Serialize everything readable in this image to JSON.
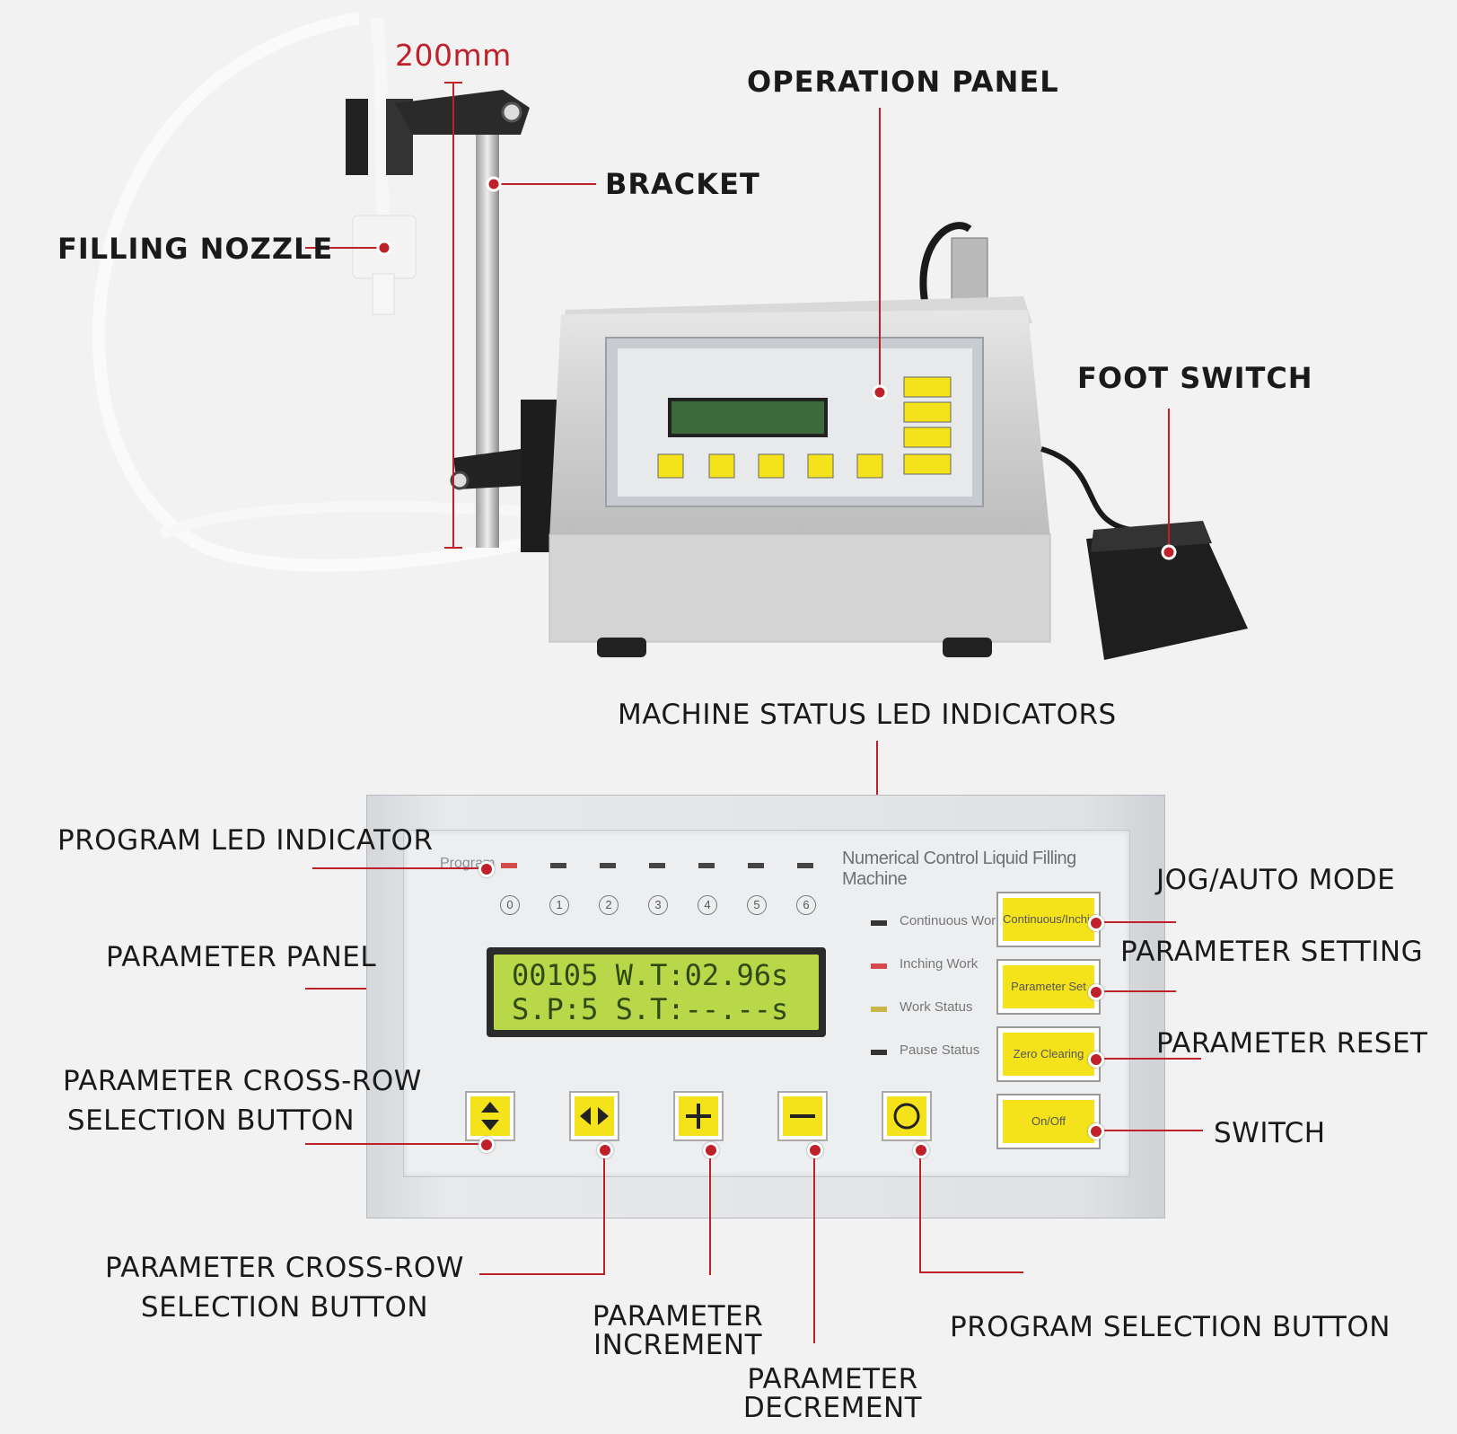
{
  "top_labels": {
    "dimension": "200mm",
    "operation_panel": "OPERATION PANEL",
    "bracket": "BRACKET",
    "filling_nozzle": "FILLING NOZZLE",
    "foot_switch": "FOOT SWITCH"
  },
  "machine_status_leds": "MACHINE STATUS LED INDICATORS",
  "left_labels": {
    "program_led": "PROGRAM LED INDICATOR",
    "parameter_panel": "PARAMETER PANEL",
    "cross_row_1_line1": "PARAMETER CROSS-ROW",
    "cross_row_1_line2": "SELECTION BUTTON"
  },
  "right_labels": {
    "jog_auto": "JOG/AUTO MODE",
    "parameter_setting": "PARAMETER SETTING",
    "parameter_reset": "PARAMETER RESET",
    "switch": "SWITCH"
  },
  "bottom_labels": {
    "cross_row_2_line1": "PARAMETER CROSS-ROW",
    "cross_row_2_line2": "SELECTION BUTTON",
    "increment_line1": "PARAMETER",
    "increment_line2": "INCREMENT",
    "decrement_line1": "PARAMETER",
    "decrement_line2": "DECREMENT",
    "program_selection": "PROGRAM SELECTION BUTTON"
  },
  "panel": {
    "program_label": "Program",
    "program_numbers": [
      "0",
      "1",
      "2",
      "3",
      "4",
      "5",
      "6"
    ],
    "title": "Numerical Control Liquid Filling Machine",
    "status_leds": [
      "Continuous Work",
      "Inching Work",
      "Work Status",
      "Pause Status"
    ],
    "lcd_line1": "00105 W.T:02.96s",
    "lcd_line2": "S.P:5 S.T:--.--s",
    "side_buttons": [
      "Continuous/Inching",
      "Parameter Set",
      "Zero Clearing",
      "On/Off"
    ]
  },
  "colors": {
    "accent_red": "#c0202a",
    "button_yellow": "#f4e21a",
    "lcd_green": "#b8d84a"
  }
}
